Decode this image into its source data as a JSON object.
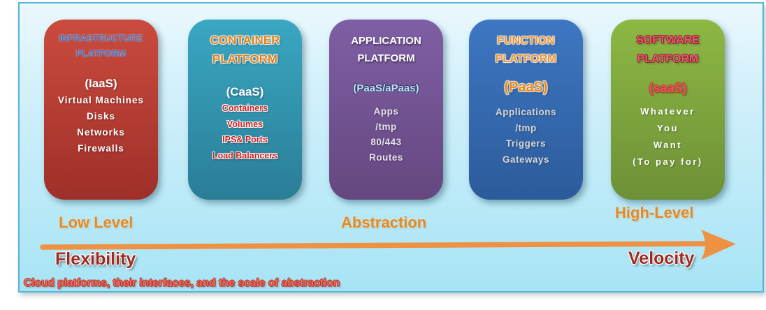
{
  "figure": {
    "caption": "Cloud platforms, their interfaces, and the scale of abstraction",
    "panel_background_top": "#eaf8fd",
    "panel_background_bottom": "#a7e4f5",
    "panel_border_color": "#58b4d8"
  },
  "cards": [
    {
      "name": "infrastructure-platform",
      "title_lines": [
        "INFRASTRUCTURE",
        "PLATFORM"
      ],
      "subtitle": "(IaaS)",
      "items": [
        "Virtual Machines",
        "Disks",
        "Networks",
        "Firewalls"
      ],
      "colors": {
        "top": "#cb4b3e",
        "bottom": "#9e2f28",
        "title": "#4a73c8",
        "subtitle": "#ffffff",
        "items": "#ffffff"
      }
    },
    {
      "name": "container-platform",
      "title_lines": [
        "CONTAINER",
        "PLATFORM"
      ],
      "subtitle": "(CaaS)",
      "items": [
        "Containers",
        "Volumes",
        "IPS& Ports",
        "Load Balancers"
      ],
      "colors": {
        "top": "#3aa7c2",
        "bottom": "#2a7d96",
        "title": "#e0811c",
        "subtitle": "#ffffff",
        "items": "#cc2020"
      }
    },
    {
      "name": "application-platform",
      "title_lines": [
        "APPLICATION",
        "PLATFORM"
      ],
      "subtitle": "(PaaS/aPaas)",
      "items": [
        "Apps",
        "/tmp",
        "80/443",
        "Routes"
      ],
      "colors": {
        "top": "#7f5fa4",
        "bottom": "#654780",
        "title": "#ffffff",
        "subtitle": "#cfe1f3",
        "items": "#e6e2ec"
      }
    },
    {
      "name": "function-platform",
      "title_lines": [
        "FUNCTION",
        "PLATFORM"
      ],
      "subtitle": "(PaaS)",
      "items": [
        "Applications",
        "/tmp",
        "Triggers",
        "Gateways"
      ],
      "colors": {
        "top": "#3e77c2",
        "bottom": "#2c5b9b",
        "title": "#e8953f",
        "subtitle": "#e8871e",
        "items": "#d8d8d8"
      }
    },
    {
      "name": "software-platform",
      "title_lines": [
        "SOFTWARE",
        "PLATFORM"
      ],
      "subtitle": "(saaS)",
      "items": [
        "Whatever",
        "You",
        "Want",
        "(To pay for)"
      ],
      "colors": {
        "top": "#8db843",
        "bottom": "#6e9037",
        "title": "#e25c70",
        "subtitle": "#e2556a",
        "items": "#ffffff"
      }
    }
  ],
  "axis": {
    "low_label": "Low Level",
    "mid_label": "Abstraction",
    "high_label": "High-Level",
    "left_word": "Flexibility",
    "right_word": "Velocity",
    "label_color": "#e6891f",
    "word_color": "#9e2a20",
    "arrow_color": "#ef9143"
  }
}
